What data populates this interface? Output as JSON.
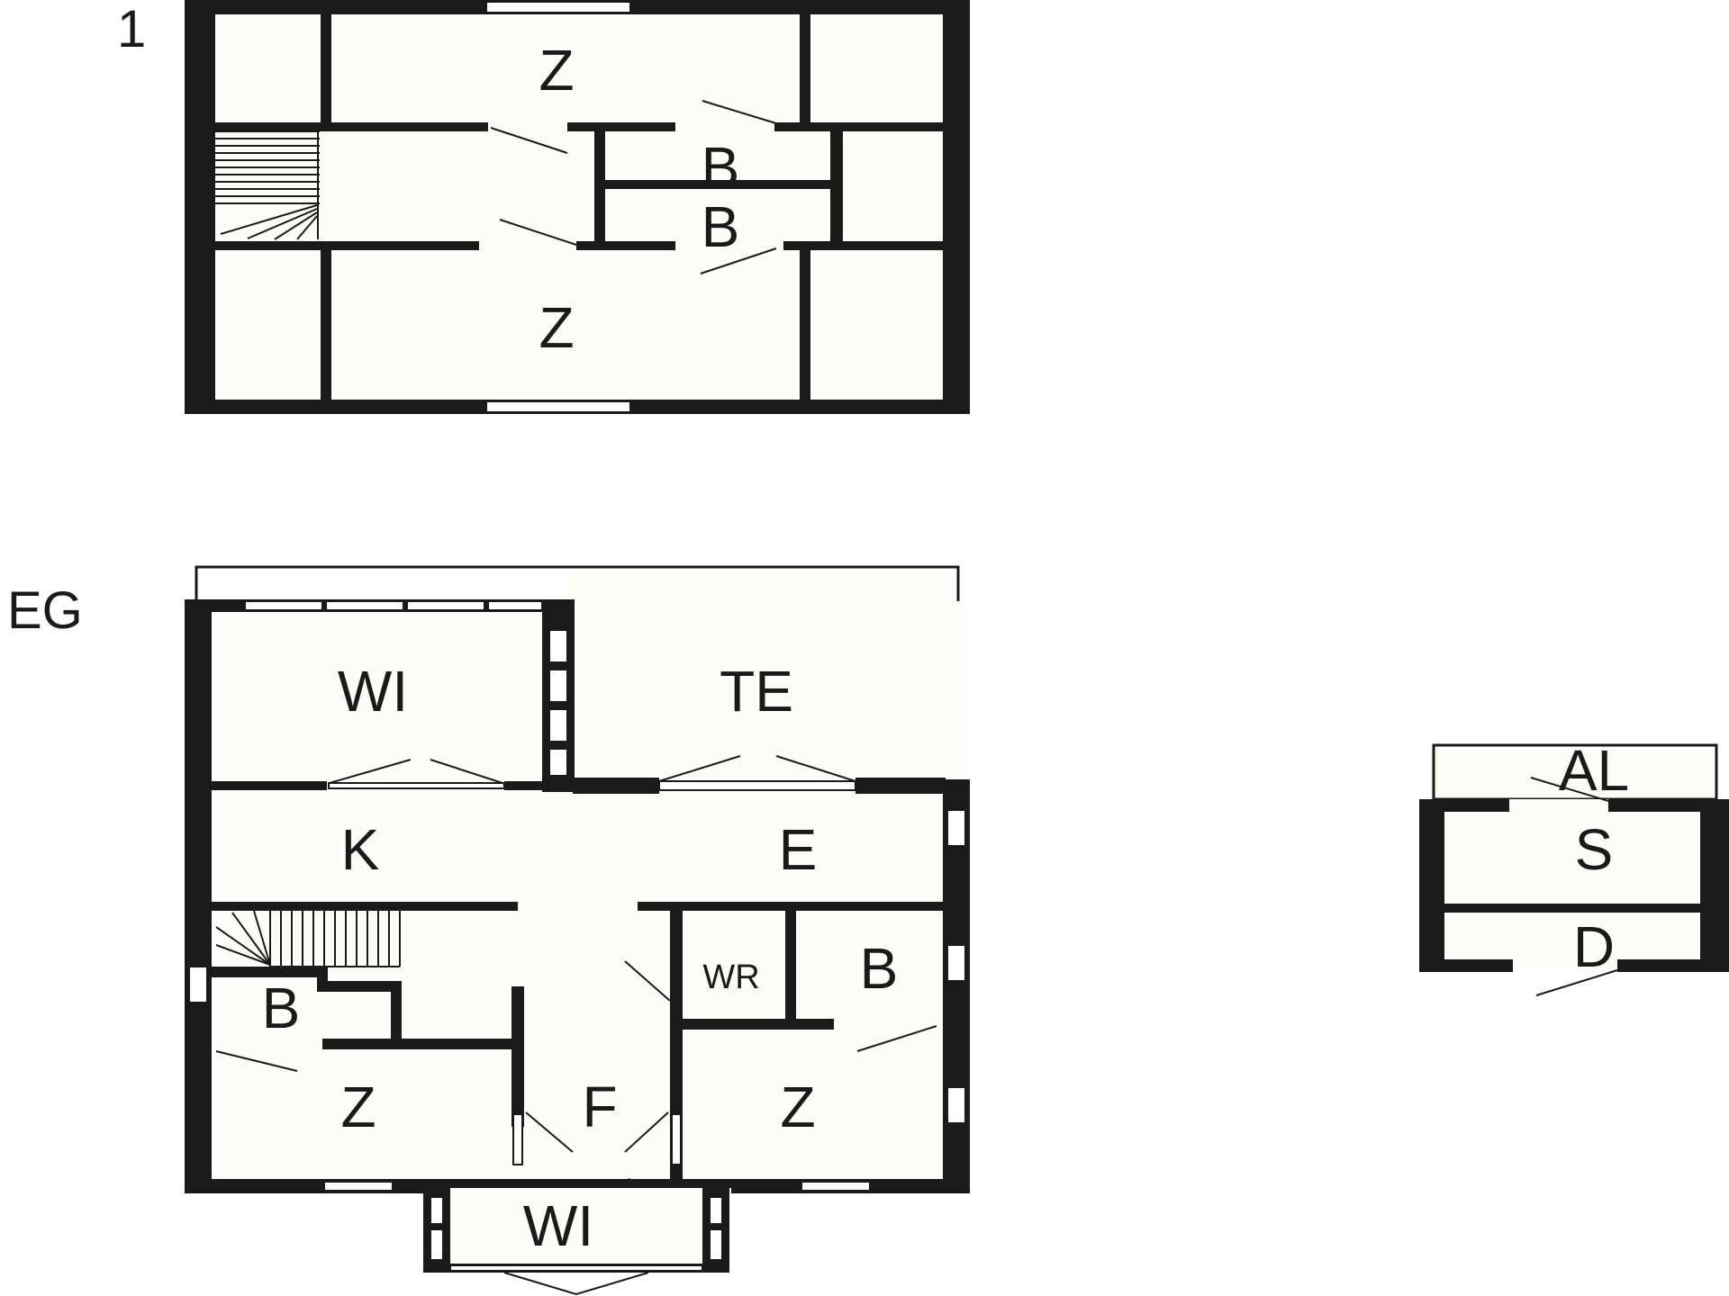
{
  "floors": {
    "upper": {
      "label": "1",
      "rooms": [
        "Z",
        "B",
        "B",
        "Z"
      ]
    },
    "ground": {
      "label": "EG",
      "rooms": [
        "WI",
        "TE",
        "K",
        "E",
        "B",
        "WR",
        "B",
        "Z",
        "F",
        "Z",
        "WI"
      ]
    },
    "annex": {
      "rooms": [
        "AL",
        "S",
        "D"
      ]
    }
  }
}
